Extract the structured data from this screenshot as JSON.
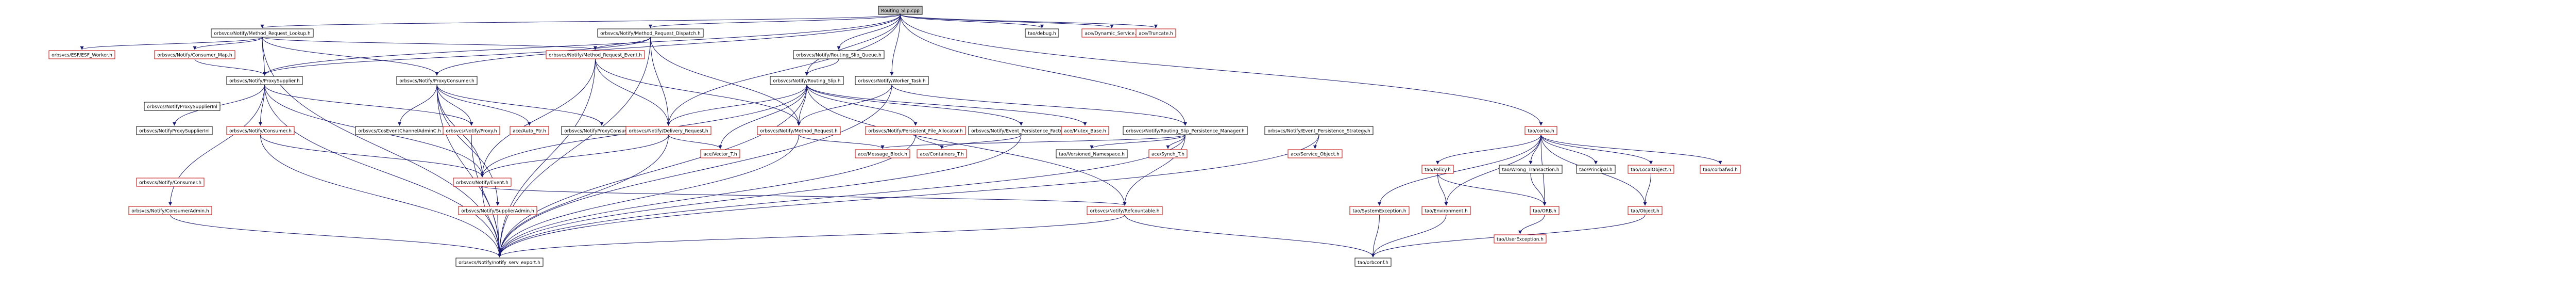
{
  "diagram": {
    "root": "Routing_Slip.cpp",
    "colors": {
      "edge": "#191970",
      "documented_border": "#000000",
      "missing_border": "#bf0000",
      "root_fill": "#bfbfbf"
    },
    "nodes": [
      {
        "id": "n_root",
        "label": "Routing_Slip.cpp",
        "kind": "root"
      },
      {
        "id": "n_rsi",
        "label": "orbsvcs/Notify/Method_Request_Lookup.h",
        "kind": "documented"
      },
      {
        "id": "n_rsd",
        "label": "orbsvcs/Notify/Method_Request_Dispatch.h",
        "kind": "documented"
      },
      {
        "id": "n_debug",
        "label": "tao/debug.h",
        "kind": "documented"
      },
      {
        "id": "n_dynsvc",
        "label": "ace/Dynamic_Service.h",
        "kind": "missing"
      },
      {
        "id": "n_trunc",
        "label": "ace/Truncate.h",
        "kind": "missing"
      },
      {
        "id": "n_esfw",
        "label": "orbsvcs/ESF/ESF_Worker.h",
        "kind": "missing"
      },
      {
        "id": "n_cmap",
        "label": "orbsvcs/Notify/Consumer_Map.h",
        "kind": "missing"
      },
      {
        "id": "n_mre",
        "label": "orbsvcs/Notify/Method_Request_Event.h",
        "kind": "missing"
      },
      {
        "id": "n_rsq",
        "label": "orbsvcs/Notify/Routing_Slip_Queue.h",
        "kind": "documented"
      },
      {
        "id": "n_pps",
        "label": "orbsvcs/Notify/ProxySupplier.h",
        "kind": "documented"
      },
      {
        "id": "n_ppc",
        "label": "orbsvcs/Notify/ProxyConsumer.h",
        "kind": "documented"
      },
      {
        "id": "n_rs",
        "label": "orbsvcs/Notify/Routing_Slip.h",
        "kind": "documented"
      },
      {
        "id": "n_wt",
        "label": "orbsvcs/Notify/Worker_Task.h",
        "kind": "documented"
      },
      {
        "id": "n_corba",
        "label": "tao/corba.h",
        "kind": "missing"
      },
      {
        "id": "n_ppsi",
        "label": "orbsvcs/NotifyProxySupplierInl",
        "kind": "documented"
      },
      {
        "id": "n_cons",
        "label": "orbsvcs/Notify/Consumer.h",
        "kind": "missing"
      },
      {
        "id": "n_cosev",
        "label": "orbsvcs/CosEventChannelAdminC.h",
        "kind": "documented"
      },
      {
        "id": "n_proxy",
        "label": "orbsvcs/Notify/Proxy.h",
        "kind": "missing"
      },
      {
        "id": "n_aptr",
        "label": "ace/Auto_Ptr.h",
        "kind": "missing"
      },
      {
        "id": "n_ppsupp",
        "label": "orbsvcs/NotifyProxySupplierInl",
        "kind": "documented"
      },
      {
        "id": "n_ppcinl",
        "label": "orbsvcs/NotifyProxyConsumerInl",
        "kind": "documented"
      },
      {
        "id": "n_dreq",
        "label": "orbsvcs/Notify/Delivery_Request.h",
        "kind": "missing"
      },
      {
        "id": "n_mr",
        "label": "orbsvcs/Notify/Method_Request.h",
        "kind": "missing"
      },
      {
        "id": "n_ppa",
        "label": "orbsvcs/Notify/Persistent_File_Allocator.h",
        "kind": "missing"
      },
      {
        "id": "n_epf",
        "label": "orbsvcs/Notify/Event_Persistence_Factory.h",
        "kind": "documented"
      },
      {
        "id": "n_mbase",
        "label": "ace/Mutex_Base.h",
        "kind": "missing"
      },
      {
        "id": "n_rspm",
        "label": "orbsvcs/Notify/Routing_Slip_Persistence_Manager.h",
        "kind": "documented"
      },
      {
        "id": "n_eps",
        "label": "orbsvcs/Notify/Event_Persistence_Strategy.h",
        "kind": "documented"
      },
      {
        "id": "n_ncons",
        "label": "orbsvcs/Notify/Consumer.h",
        "kind": "missing"
      },
      {
        "id": "n_vec",
        "label": "ace/Vector_T.h",
        "kind": "missing"
      },
      {
        "id": "n_mblk",
        "label": "ace/Message_Block.h",
        "kind": "missing"
      },
      {
        "id": "n_cont",
        "label": "ace/Containers_T.h",
        "kind": "missing"
      },
      {
        "id": "n_vns",
        "label": "tao/Versioned_Namespace.h",
        "kind": "documented"
      },
      {
        "id": "n_synch",
        "label": "ace/Synch_T.h",
        "kind": "missing"
      },
      {
        "id": "n_svcobj",
        "label": "ace/Service_Object.h",
        "kind": "missing"
      },
      {
        "id": "n_evt",
        "label": "orbsvcs/Notify/Event.h",
        "kind": "missing"
      },
      {
        "id": "n_cadmin",
        "label": "orbsvcs/Notify/ConsumerAdmin.h",
        "kind": "missing"
      },
      {
        "id": "n_sadmin",
        "label": "orbsvcs/Notify/SupplierAdmin.h",
        "kind": "missing"
      },
      {
        "id": "n_refc",
        "label": "orbsvcs/Notify/Refcountable.h",
        "kind": "missing"
      },
      {
        "id": "n_export",
        "label": "orbsvcs/Notify/notify_serv_export.h",
        "kind": "documented"
      },
      {
        "id": "n_policy",
        "label": "tao/Policy.h",
        "kind": "missing"
      },
      {
        "id": "n_wrong",
        "label": "tao/Wrong_Transaction.h",
        "kind": "documented"
      },
      {
        "id": "n_princ",
        "label": "tao/Principal.h",
        "kind": "documented"
      },
      {
        "id": "n_local",
        "label": "tao/LocalObject.h",
        "kind": "missing"
      },
      {
        "id": "n_safe",
        "label": "tao/corbafwd.h",
        "kind": "missing"
      },
      {
        "id": "n_sysex",
        "label": "tao/SystemException.h",
        "kind": "missing"
      },
      {
        "id": "n_env",
        "label": "tao/Environment.h",
        "kind": "missing"
      },
      {
        "id": "n_orb",
        "label": "tao/ORB.h",
        "kind": "missing"
      },
      {
        "id": "n_obj",
        "label": "tao/Object.h",
        "kind": "missing"
      },
      {
        "id": "n_uex",
        "label": "tao/UserException.h",
        "kind": "missing"
      },
      {
        "id": "n_orbconf",
        "label": "tao/orbconf.h",
        "kind": "documented"
      }
    ]
  }
}
